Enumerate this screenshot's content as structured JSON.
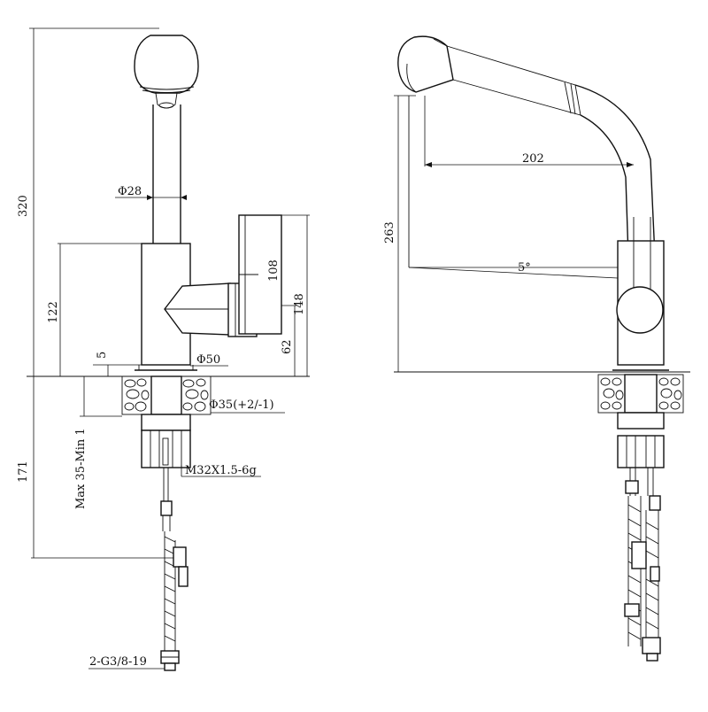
{
  "front_view": {
    "dim_total_height": "320",
    "dim_spout_diameter": "Φ28",
    "dim_body_height": "122",
    "dim_handle_height": "108",
    "dim_handle_total": "148",
    "dim_handle_low": "62",
    "dim_base_thickness": "5",
    "dim_base_diameter": "Φ50",
    "dim_hole_diameter": "Φ35(+2/-1)",
    "dim_below_counter": "171",
    "dim_counter_thickness": "Max 35-Min 1",
    "dim_thread": "M32X1.5-6g",
    "dim_hose_fitting": "2-G3/8-19"
  },
  "side_view": {
    "dim_reach": "202",
    "dim_height": "263",
    "dim_angle": "5°"
  }
}
